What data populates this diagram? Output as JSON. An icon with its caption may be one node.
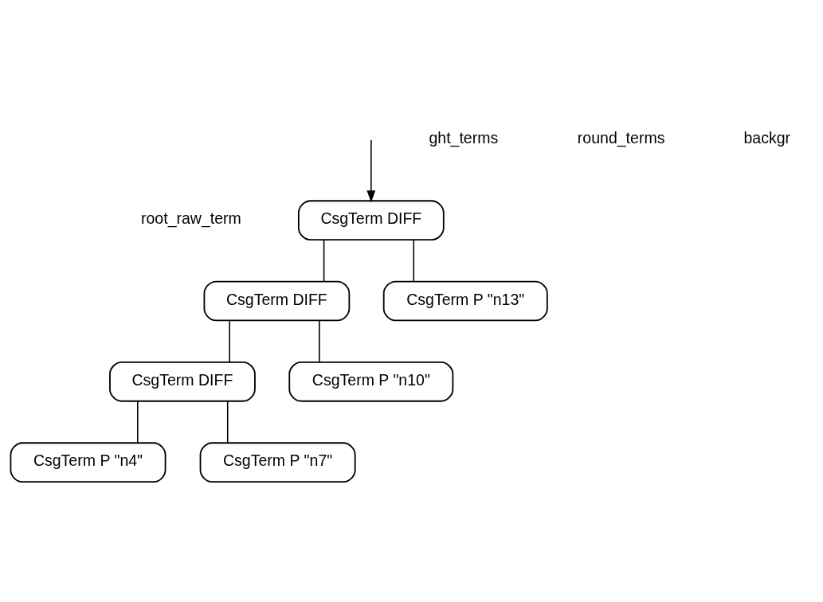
{
  "diagram": {
    "nodes": [
      {
        "text": [
          "CsgTerm DIFF"
        ],
        "beside": [
          "root_raw_term"
        ]
      },
      {
        "text": [
          "CsgTerm DIFF"
        ]
      },
      {
        "text": [
          "CsgTerm P \"n13\""
        ]
      },
      {
        "text": [
          "CsgTerm DIFF"
        ]
      },
      {
        "text": [
          "CsgTerm P \"n10\""
        ]
      },
      {
        "text": [
          "CsgTerm P \"n4\""
        ]
      },
      {
        "text": [
          "CsgTerm P \"n7\""
        ]
      }
    ],
    "edges": [
      {
        "from": 0,
        "to": 1,
        "arrow": "none"
      },
      {
        "from": 0,
        "to": 2,
        "arrow": "none"
      },
      {
        "from": 1,
        "to": 3,
        "arrow": "none"
      },
      {
        "from": 1,
        "to": 4,
        "arrow": "none"
      },
      {
        "from": 3,
        "to": 5,
        "arrow": "none"
      },
      {
        "from": 3,
        "to": 6,
        "arrow": "none"
      },
      {
        "from": null,
        "to": 0,
        "arrow": "to"
      }
    ],
    "labels": [
      "ght_terms",
      "round_terms",
      "backgr"
    ]
  }
}
